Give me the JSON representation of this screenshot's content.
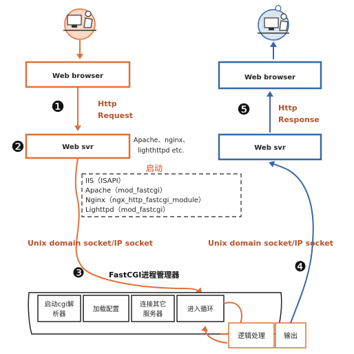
{
  "left": {
    "browser": "Web browser",
    "server": "Web svr",
    "step1": "❶",
    "step2": "❷",
    "http1": "Http",
    "http2": "Request",
    "note1": "Apache、nginx、",
    "note2": "lighthttpd etc."
  },
  "startup": {
    "label": "启动",
    "lines": [
      "IIS（ISAPI）",
      "Apache（mod_fastcgi）",
      "Nginx（ngx_http_fastcgi_module）",
      "Lighttpd（mod_fastcgi）"
    ]
  },
  "socket_left": "Unix domain socket/IP socket",
  "socket_right": "Unix domain socket/IP socket",
  "manager": {
    "step3": "❸",
    "title": "FastCGI进程管理器",
    "cells": [
      [
        "启动cgi解",
        "析器"
      ],
      [
        "加载配置"
      ],
      [
        "连接其它",
        "服务器"
      ],
      [
        "进入循环"
      ]
    ]
  },
  "logic": "逻辑处理",
  "output": "输出",
  "step4": "❹",
  "right": {
    "browser": "Web browser",
    "server": "Web svr",
    "step5": "❺",
    "http1": "Http",
    "http2": "Response"
  },
  "colors": {
    "orange": "#e0703a",
    "blue": "#3a66a8",
    "text_orange": "#b5532a"
  }
}
